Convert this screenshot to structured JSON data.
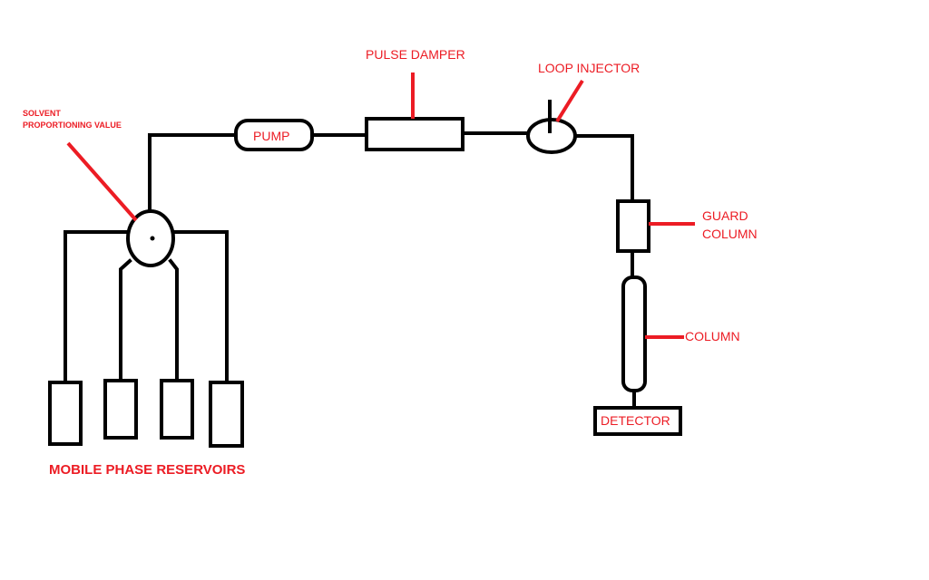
{
  "labels": {
    "solvent_valve_line1": "SOLVENT",
    "solvent_valve_line2": "PROPORTIONING VALUE",
    "pump": "PUMP",
    "pulse_damper": "PULSE DAMPER",
    "loop_injector": "LOOP INJECTOR",
    "guard_column_line1": "GUARD",
    "guard_column_line2": "COLUMN",
    "column": "COLUMN",
    "detector": "DETECTOR",
    "reservoirs": "MOBILE PHASE RESERVOIRS"
  },
  "colors": {
    "label": "#ec1c24",
    "line": "#000000",
    "background": "#ffffff"
  }
}
